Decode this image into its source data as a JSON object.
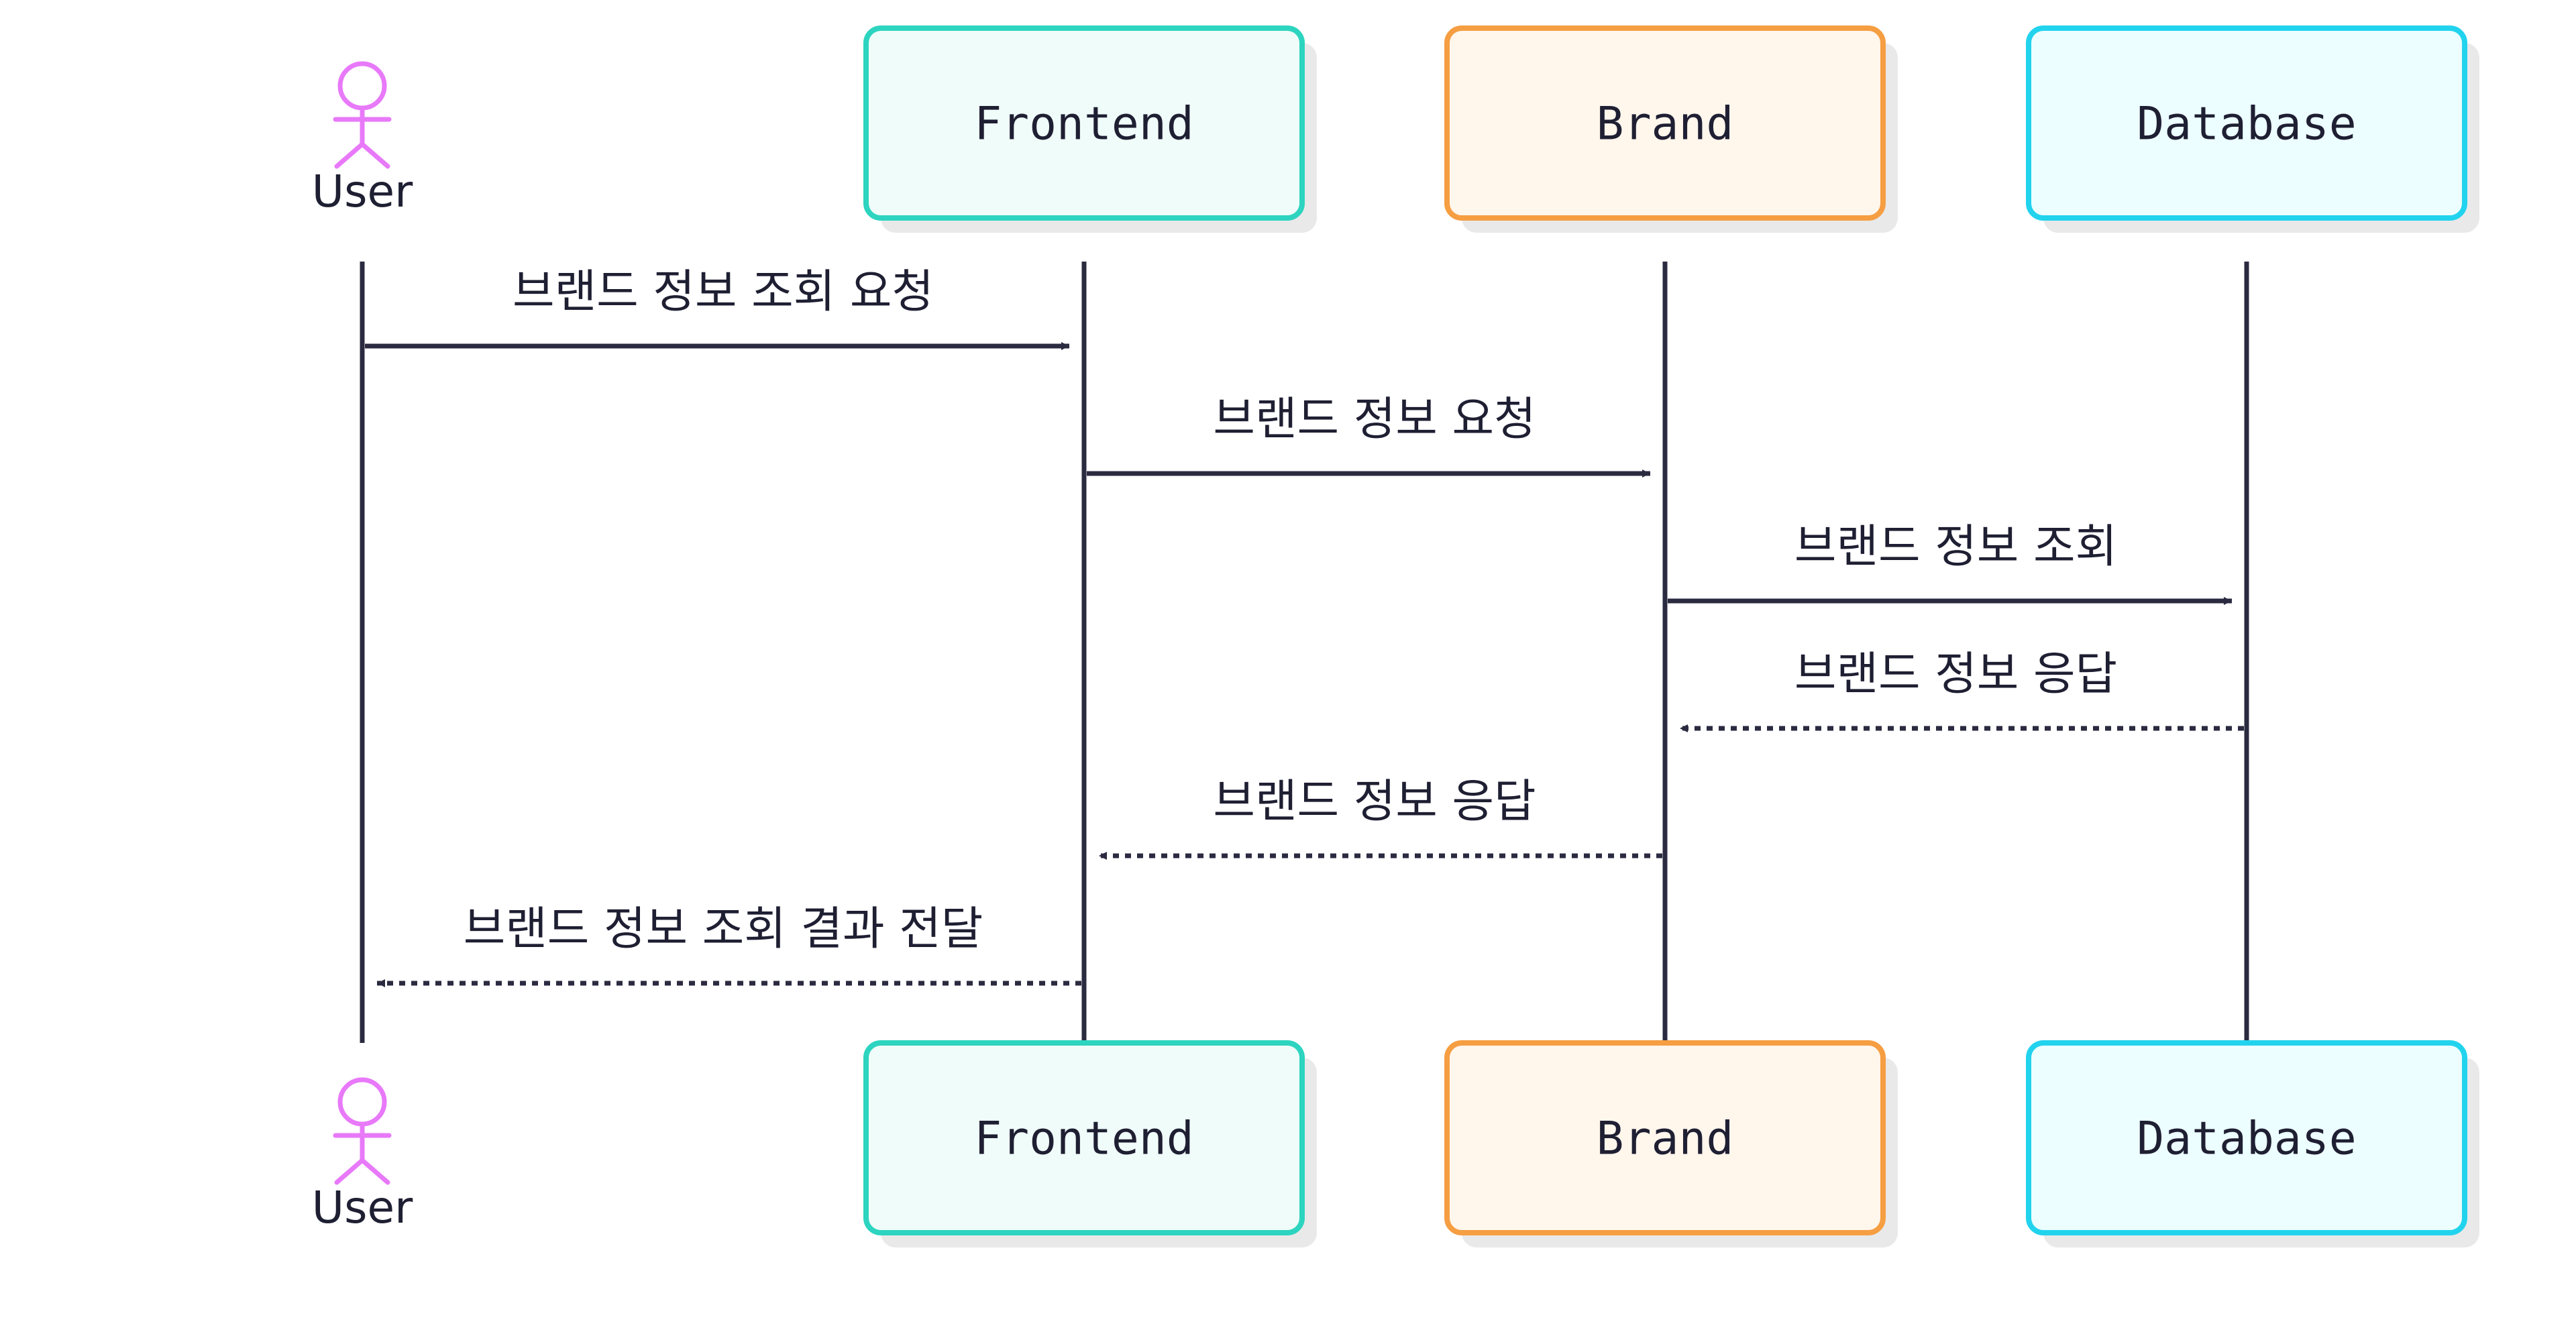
{
  "participants": [
    {
      "id": "user",
      "label": "User",
      "kind": "actor",
      "color": "#e879f9"
    },
    {
      "id": "frontend",
      "label": "Frontend",
      "kind": "box",
      "border": "#2dd4bf",
      "fill": "#effcf9"
    },
    {
      "id": "brand",
      "label": "Brand",
      "kind": "box",
      "border": "#f59e42",
      "fill": "#fff6ec"
    },
    {
      "id": "database",
      "label": "Database",
      "kind": "box",
      "border": "#22d3ee",
      "fill": "#ecfeff"
    }
  ],
  "messages": [
    {
      "from": "user",
      "to": "frontend",
      "label": "브랜드 정보 조회 요청",
      "style": "solid"
    },
    {
      "from": "frontend",
      "to": "brand",
      "label": "브랜드 정보 요청",
      "style": "solid"
    },
    {
      "from": "brand",
      "to": "database",
      "label": "브랜드 정보 조회",
      "style": "solid"
    },
    {
      "from": "database",
      "to": "brand",
      "label": "브랜드 정보 응답",
      "style": "dashed"
    },
    {
      "from": "brand",
      "to": "frontend",
      "label": "브랜드 정보 응답",
      "style": "dashed"
    },
    {
      "from": "frontend",
      "to": "user",
      "label": "브랜드 정보 조회 결과 전달",
      "style": "dashed"
    }
  ],
  "colors": {
    "line": "#2a2a40",
    "text": "#1f1f33",
    "shadow": "#e9e9e9"
  }
}
